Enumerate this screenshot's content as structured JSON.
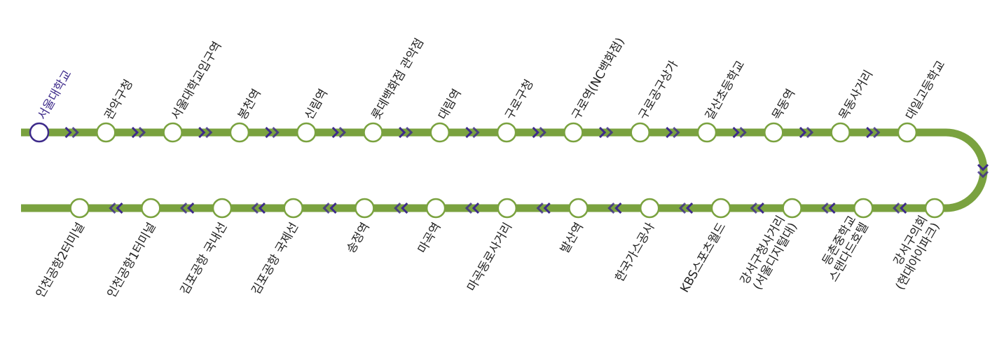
{
  "colors": {
    "line": "#7aa23f",
    "arrow": "#3d2a8a",
    "highlight": "#3d2a8a",
    "text": "#222222",
    "stop_fill": "#ffffff"
  },
  "current_stop_index": 0,
  "top_stops": [
    {
      "label": [
        "서울대학교"
      ]
    },
    {
      "label": [
        "관악구청"
      ]
    },
    {
      "label": [
        "서울대학교입구역"
      ]
    },
    {
      "label": [
        "봉천역"
      ]
    },
    {
      "label": [
        "신림역"
      ]
    },
    {
      "label": [
        "롯데백화점 관악점"
      ]
    },
    {
      "label": [
        "대림역"
      ]
    },
    {
      "label": [
        "구로구청"
      ]
    },
    {
      "label": [
        "구로역(NC백화점)"
      ]
    },
    {
      "label": [
        "구로공구상가"
      ]
    },
    {
      "label": [
        "갈산초등학교"
      ]
    },
    {
      "label": [
        "목동역"
      ]
    },
    {
      "label": [
        "목동사거리"
      ]
    },
    {
      "label": [
        "대일고등학교"
      ]
    }
  ],
  "bottom_stops": [
    {
      "label": [
        "강서구의회",
        "(현대아이파크)"
      ]
    },
    {
      "label": [
        "등촌중학교",
        "스탠다드호텔"
      ]
    },
    {
      "label": [
        "강서구청사거리",
        "(서울디지털대)"
      ]
    },
    {
      "label": [
        "KBS스포츠월드"
      ]
    },
    {
      "label": [
        "한국가스공사"
      ]
    },
    {
      "label": [
        "발산역"
      ]
    },
    {
      "label": [
        "마곡동로사거리"
      ]
    },
    {
      "label": [
        "마곡역"
      ]
    },
    {
      "label": [
        "송정역"
      ]
    },
    {
      "label": [
        "김포공항 국제선"
      ]
    },
    {
      "label": [
        "김포공항 국내선"
      ]
    },
    {
      "label": [
        "인천공항1터미널"
      ]
    },
    {
      "label": [
        "인천공항2터미널"
      ]
    }
  ]
}
